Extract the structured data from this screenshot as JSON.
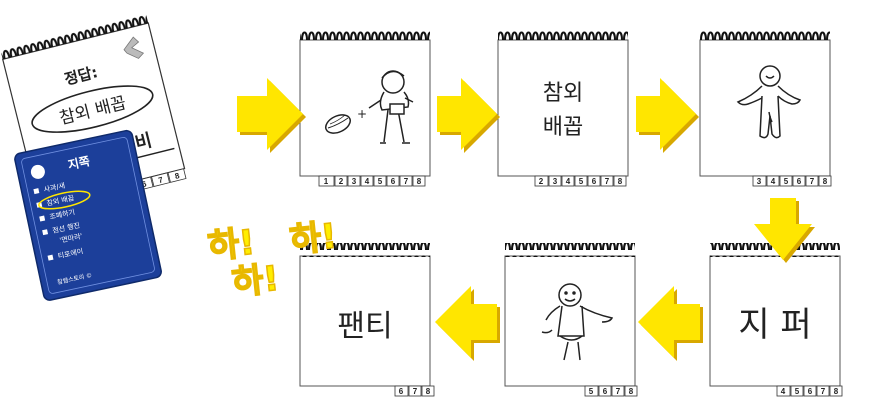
{
  "colors": {
    "arrow_fill": "#ffe600",
    "arrow_shadow": "#d8a800",
    "card_blue": "#1c3f9a",
    "ha_yellow": "#ffee00"
  },
  "book": {
    "header": "정답:",
    "answer": "참외 배꼽",
    "line3": "이용비",
    "tabs": [
      "5",
      "6",
      "7",
      "8"
    ]
  },
  "card": {
    "title": "지쪽",
    "items": [
      "사과/새",
      "참외 배꼽",
      "조폐하기",
      "점선 행진",
      "'면마라'",
      "티포에이"
    ],
    "footer": "참쌤스토리 ©"
  },
  "pads": [
    {
      "content": "",
      "tabs": [
        "1",
        "2",
        "3",
        "4",
        "5",
        "6",
        "7",
        "8"
      ]
    },
    {
      "content": "참외\n배꼽",
      "tabs": [
        "2",
        "3",
        "4",
        "5",
        "6",
        "7",
        "8"
      ]
    },
    {
      "content": "",
      "tabs": [
        "3",
        "4",
        "5",
        "6",
        "7",
        "8"
      ]
    },
    {
      "content": "지 퍼",
      "tabs": [
        "4",
        "5",
        "6",
        "7",
        "8"
      ]
    },
    {
      "content": "",
      "tabs": [
        "5",
        "6",
        "7",
        "8"
      ]
    },
    {
      "content": "팬티",
      "tabs": [
        "6",
        "7",
        "8"
      ]
    }
  ],
  "exclaim": [
    "하!",
    "하!",
    "하!"
  ],
  "icons": [
    "seed-icon",
    "plus-icon",
    "girl-figure-icon",
    "gingerbread-figure-icon",
    "smiling-figure-icon",
    "arrow-right-icon",
    "arrow-down-icon",
    "arrow-left-icon"
  ]
}
